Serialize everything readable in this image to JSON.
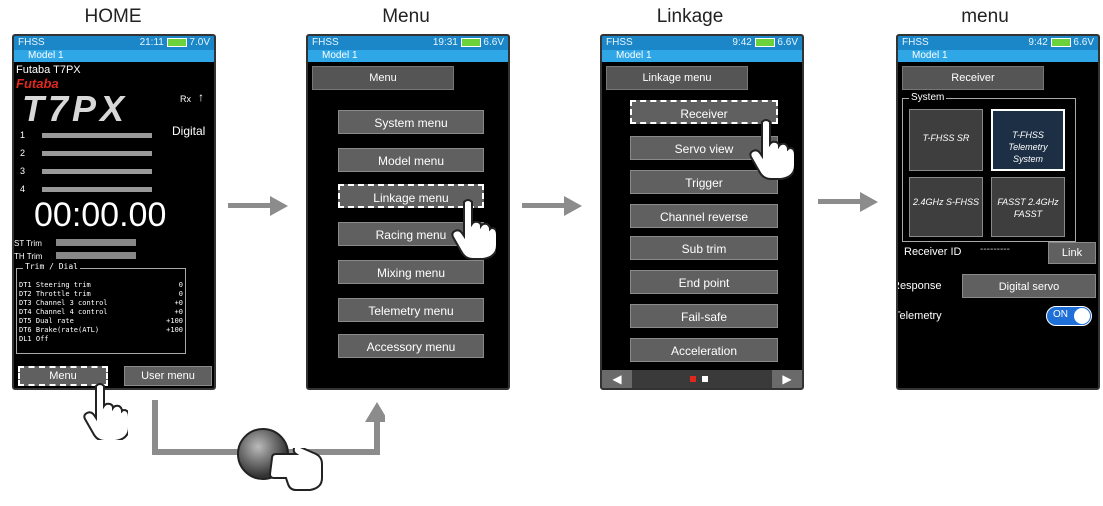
{
  "captions": {
    "home": "HOME",
    "menu": "Menu",
    "linkage": "Linkage",
    "receiver": "menu"
  },
  "status": {
    "home": {
      "left": "FHSS",
      "time": "21:11",
      "volt": "7.0V",
      "model": "Model 1"
    },
    "menu": {
      "left": "FHSS",
      "time": "19:31",
      "volt": "6.6V",
      "model": "Model 1"
    },
    "linkage": {
      "left": "FHSS",
      "time": "9:42",
      "volt": "6.6V",
      "model": "Model 1"
    },
    "receiver": {
      "left": "FHSS",
      "time": "9:42",
      "volt": "6.6V",
      "model": "Model 1"
    }
  },
  "home": {
    "brand": "Futaba T7PX",
    "logo": "Futaba",
    "bigtitle": "T7PX",
    "rx": "Rx",
    "digital": "Digital",
    "channels": [
      "1",
      "2",
      "3",
      "4"
    ],
    "timer": "00:00.00",
    "st_trim": "ST Trim",
    "th_trim": "TH Trim",
    "trim_dial": "Trim / Dial",
    "dials": [
      {
        "id": "DT1",
        "name": "Steering trim",
        "val": "0"
      },
      {
        "id": "DT2",
        "name": "Throttle trim",
        "val": "0"
      },
      {
        "id": "DT3",
        "name": "Channel 3 control",
        "val": "+0"
      },
      {
        "id": "DT4",
        "name": "Channel 4 control",
        "val": "+0"
      },
      {
        "id": "DT5",
        "name": "Dual rate",
        "val": "+100"
      },
      {
        "id": "DT6",
        "name": "Brake(rate(ATL)",
        "val": "+100"
      },
      {
        "id": "DL1",
        "name": "Off",
        "val": ""
      }
    ],
    "menu_btn": "Menu",
    "user_menu_btn": "User menu"
  },
  "menu": {
    "header": "Menu",
    "items": [
      "System menu",
      "Model menu",
      "Linkage menu",
      "Racing menu",
      "Mixing menu",
      "Telemetry menu",
      "Accessory menu"
    ]
  },
  "linkage": {
    "header": "Linkage menu",
    "items": [
      "Receiver",
      "Servo view",
      "Trigger",
      "Channel reverse",
      "Sub trim",
      "End point",
      "Fail-safe",
      "Acceleration"
    ]
  },
  "receiver": {
    "header": "Receiver",
    "system_label": "System",
    "systems": [
      "T-FHSS SR",
      "T-FHSS Telemetry System",
      "2.4GHz S-FHSS",
      "FASST 2.4GHz FASST"
    ],
    "receiver_id_label": "Receiver ID",
    "receiver_id_value": "---------",
    "link_btn": "Link",
    "response_label": "Response",
    "response_value": "Digital servo",
    "telemetry_label": "Telemetry",
    "telemetry_value": "ON"
  },
  "colors": {
    "status_bar": "#1b86c8",
    "model_bar": "#2fa6e6",
    "logo_red": "#e0281e",
    "button": "#606060",
    "arrow": "#8c8c8c"
  }
}
